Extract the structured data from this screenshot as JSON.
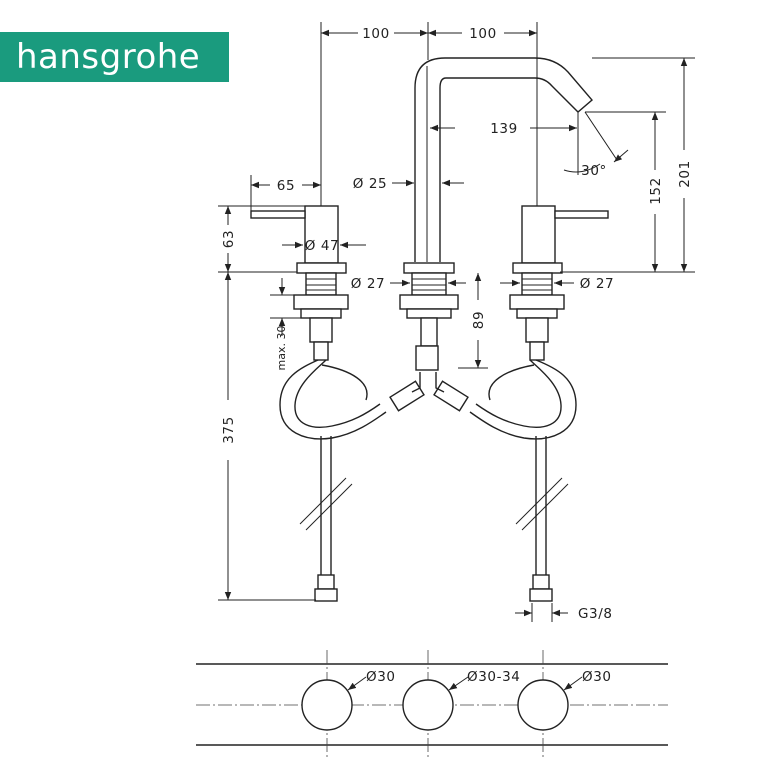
{
  "brand": {
    "name": "hansgrohe",
    "color": "#1a9b7e"
  },
  "dimensions": {
    "spacing_left": "100",
    "spacing_right": "100",
    "spout_reach": "139",
    "spout_angle": "30°",
    "spout_height": "152",
    "total_height": "201",
    "handle_length": "65",
    "spout_diameter": "Ø 25",
    "handle_height": "63",
    "handle_diameter": "Ø 47",
    "base_diameter_left": "Ø 27",
    "base_diameter_right": "Ø 27",
    "thread_length": "89",
    "max_thickness": "max. 30",
    "hose_length": "375",
    "connection": "G3/8"
  },
  "plan_view": {
    "hole_left": "Ø30",
    "hole_center": "Ø30-34",
    "hole_right": "Ø30"
  }
}
